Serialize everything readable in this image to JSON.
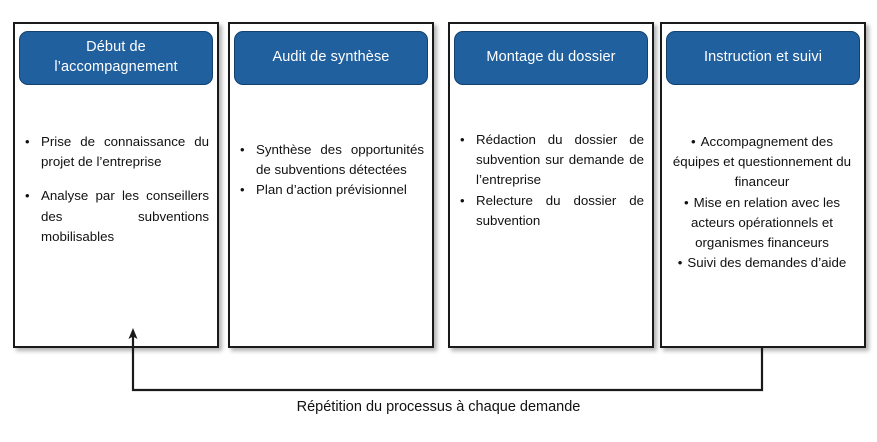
{
  "diagram": {
    "title_caption": "Répétition du processus à chaque demande",
    "accent_color": "#21609E",
    "border_color": "#1a1a1a",
    "text_color": "#111111",
    "header_text_color": "#ffffff",
    "columns": [
      {
        "header": "Début de l’accompagnement",
        "align": "justify",
        "bullets": [
          "Prise de connaissance du projet de l’entreprise",
          "Analyse par les conseillers des subventions mobilisables"
        ]
      },
      {
        "header": "Audit de synthèse",
        "align": "justify",
        "bullets": [
          "Synthèse des opportunités de subventions détectées",
          "Plan d’action prévisionnel"
        ]
      },
      {
        "header": "Montage du dossier",
        "align": "justify",
        "bullets": [
          "Rédaction du dossier de subvention sur demande de l’entreprise",
          "Relecture du dossier de subvention"
        ]
      },
      {
        "header": "Instruction et suivi",
        "align": "center",
        "bullets": [
          "Accompagnement des équipes et questionnement du financeur",
          "Mise en relation avec les acteurs opérationnels et organismes financeurs",
          "Suivi des demandes d’aide"
        ]
      }
    ],
    "arrow": {
      "name": "feedback-loop-arrow",
      "from_column": 4,
      "to_column": 1,
      "direction": "right-to-left"
    }
  }
}
